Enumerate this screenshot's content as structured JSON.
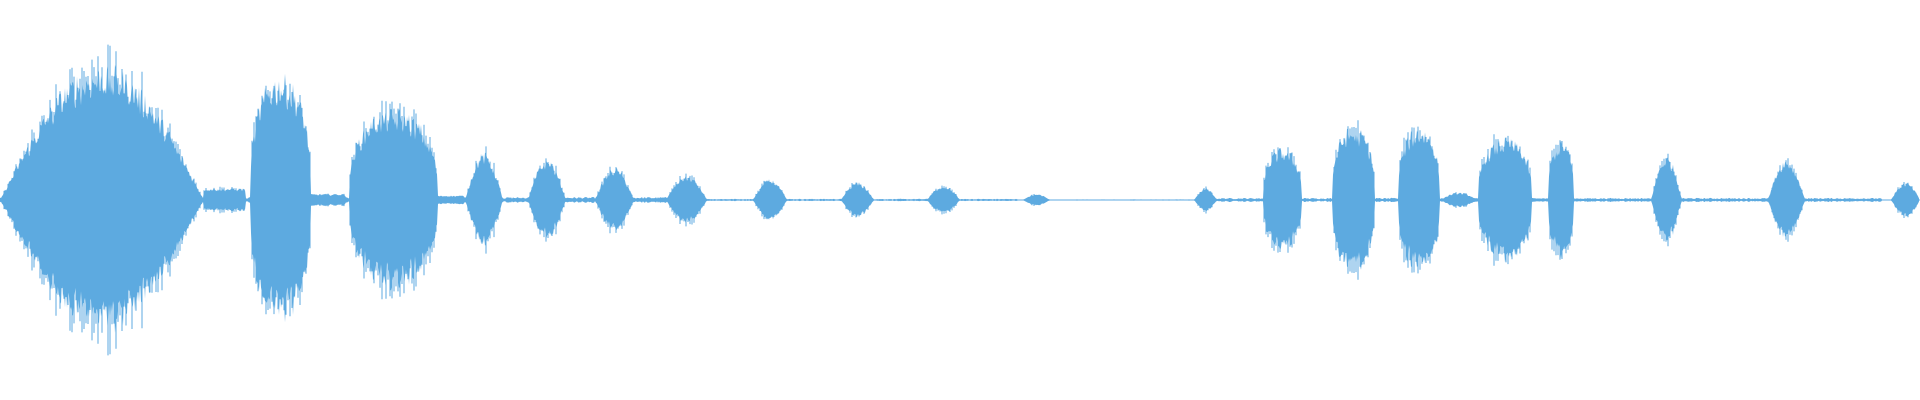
{
  "waveform": {
    "color": "#5DAAE0",
    "background": "#FFFFFF",
    "segments": [
      {
        "start": 0.0,
        "end": 0.106,
        "peak": 0.92,
        "shape": "swell"
      },
      {
        "start": 0.106,
        "end": 0.128,
        "peak": 0.08,
        "shape": "flat"
      },
      {
        "start": 0.13,
        "end": 0.162,
        "peak": 0.85,
        "shape": "burst"
      },
      {
        "start": 0.162,
        "end": 0.18,
        "peak": 0.04,
        "shape": "flat"
      },
      {
        "start": 0.182,
        "end": 0.228,
        "peak": 0.62,
        "shape": "burst"
      },
      {
        "start": 0.228,
        "end": 0.242,
        "peak": 0.03,
        "shape": "flat"
      },
      {
        "start": 0.242,
        "end": 0.262,
        "peak": 0.32,
        "shape": "swell"
      },
      {
        "start": 0.275,
        "end": 0.295,
        "peak": 0.28,
        "shape": "swell"
      },
      {
        "start": 0.31,
        "end": 0.33,
        "peak": 0.22,
        "shape": "swell"
      },
      {
        "start": 0.347,
        "end": 0.368,
        "peak": 0.17,
        "shape": "swell"
      },
      {
        "start": 0.392,
        "end": 0.41,
        "peak": 0.14,
        "shape": "swell"
      },
      {
        "start": 0.438,
        "end": 0.455,
        "peak": 0.12,
        "shape": "swell"
      },
      {
        "start": 0.483,
        "end": 0.5,
        "peak": 0.1,
        "shape": "swell"
      },
      {
        "start": 0.533,
        "end": 0.547,
        "peak": 0.04,
        "shape": "swell"
      },
      {
        "start": 0.622,
        "end": 0.634,
        "peak": 0.08,
        "shape": "swell"
      },
      {
        "start": 0.658,
        "end": 0.678,
        "peak": 0.35,
        "shape": "burst"
      },
      {
        "start": 0.694,
        "end": 0.716,
        "peak": 0.5,
        "shape": "burst"
      },
      {
        "start": 0.728,
        "end": 0.75,
        "peak": 0.5,
        "shape": "burst"
      },
      {
        "start": 0.75,
        "end": 0.77,
        "peak": 0.05,
        "shape": "swell"
      },
      {
        "start": 0.77,
        "end": 0.798,
        "peak": 0.42,
        "shape": "burst"
      },
      {
        "start": 0.806,
        "end": 0.82,
        "peak": 0.4,
        "shape": "burst"
      },
      {
        "start": 0.86,
        "end": 0.876,
        "peak": 0.3,
        "shape": "swell"
      },
      {
        "start": 0.921,
        "end": 0.94,
        "peak": 0.28,
        "shape": "swell"
      },
      {
        "start": 0.985,
        "end": 1.0,
        "peak": 0.12,
        "shape": "swell"
      }
    ],
    "floor": [
      {
        "start": 0.0,
        "end": 0.35,
        "level": 0.02
      },
      {
        "start": 0.35,
        "end": 0.53,
        "level": 0.008
      },
      {
        "start": 0.56,
        "end": 0.62,
        "level": 0.004
      },
      {
        "start": 0.634,
        "end": 0.98,
        "level": 0.014
      }
    ]
  }
}
